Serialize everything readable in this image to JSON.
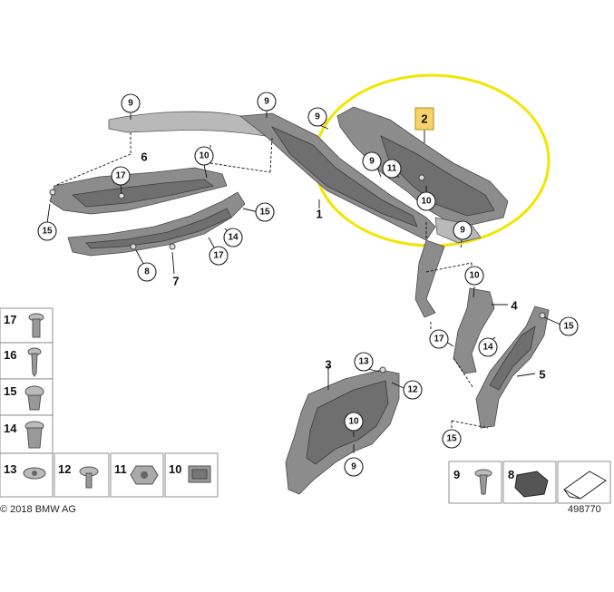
{
  "diagram": {
    "highlight_part": "2",
    "highlight_colors": {
      "ellipse": "#f2e600",
      "box_fill": "#f5d36a",
      "box_stroke": "#b88a1c"
    },
    "callouts": {
      "c1": "9",
      "c2": "9",
      "c3": "9",
      "c4": "6",
      "c5": "10",
      "c6": "17",
      "c7": "15",
      "c8": "15",
      "c9": "14",
      "c10": "17",
      "c11": "8",
      "c12": "7",
      "c13": "1",
      "c14": "9",
      "c15": "11",
      "c16": "10",
      "c17": "9",
      "c18": "10",
      "c19": "4",
      "c20": "15",
      "c21": "17",
      "c22": "14",
      "c23": "5",
      "c24": "15",
      "c25": "3",
      "c26": "13",
      "c27": "12",
      "c28": "10",
      "c29": "9",
      "c30": "2"
    },
    "legend_left": [
      {
        "num": "17",
        "icon": "screw-icon"
      },
      {
        "num": "16",
        "icon": "screw-icon"
      },
      {
        "num": "15",
        "icon": "expanding-nut-icon"
      },
      {
        "num": "14",
        "icon": "expanding-nut-icon"
      },
      {
        "num": "13",
        "icon": "rivet-nut-icon"
      },
      {
        "num": "12",
        "icon": "screw-icon"
      },
      {
        "num": "11",
        "icon": "hex-nut-icon"
      },
      {
        "num": "10",
        "icon": "clip-nut-icon"
      }
    ],
    "legend_right": [
      {
        "num": "9",
        "icon": "clip-icon"
      },
      {
        "num": "8",
        "icon": "clip-icon"
      }
    ]
  },
  "footer": {
    "copyright": "© 2018 BMW AG",
    "diagram_number": "498770"
  }
}
